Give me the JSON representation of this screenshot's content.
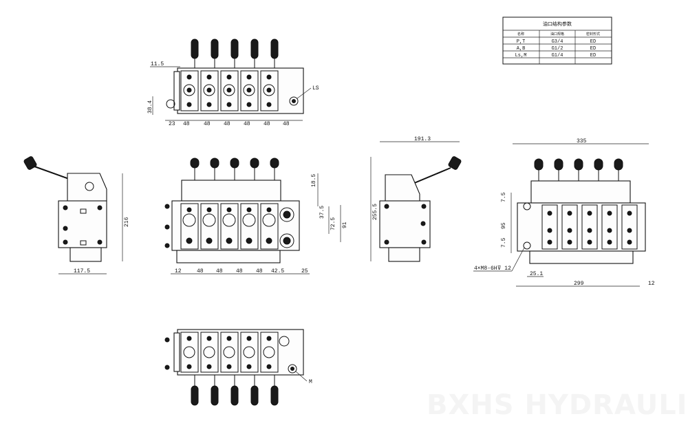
{
  "table": {
    "title": "油口结构参数",
    "headers": [
      "名称",
      "油口规格",
      "密封形式"
    ],
    "rows": [
      [
        "P,T",
        "G3/4",
        "ED"
      ],
      [
        "A,B",
        "G1/2",
        "ED"
      ],
      [
        "Ls,M",
        "G1/4",
        "ED"
      ]
    ]
  },
  "top_view": {
    "dims": {
      "d11_5": "11.5",
      "d38_4": "38.4",
      "d23": "23",
      "d48": "48",
      "ls": "LS"
    }
  },
  "front_view": {
    "dims": {
      "d18_5": "18.5",
      "d37_5": "37.5",
      "d72_5": "72.5",
      "d91": "91",
      "d12": "12",
      "d48": "48",
      "d42_5": "42.5",
      "d25": "25"
    }
  },
  "left_view": {
    "dims": {
      "d216": "216",
      "d117_5": "117.5"
    }
  },
  "right_view": {
    "dims": {
      "d191_3": "191.3",
      "d255_5": "255.5"
    }
  },
  "rear_view": {
    "dims": {
      "d335": "335",
      "d7_5a": "7.5",
      "d95": "95",
      "d7_5b": "7.5",
      "mount": "4×M8-6H⊽ 12",
      "d25_1": "25.1",
      "d299": "299",
      "d12": "12"
    }
  },
  "bottom_view": {
    "dims": {
      "m": "M"
    }
  },
  "watermark": "BXHS HYDRAULIC"
}
